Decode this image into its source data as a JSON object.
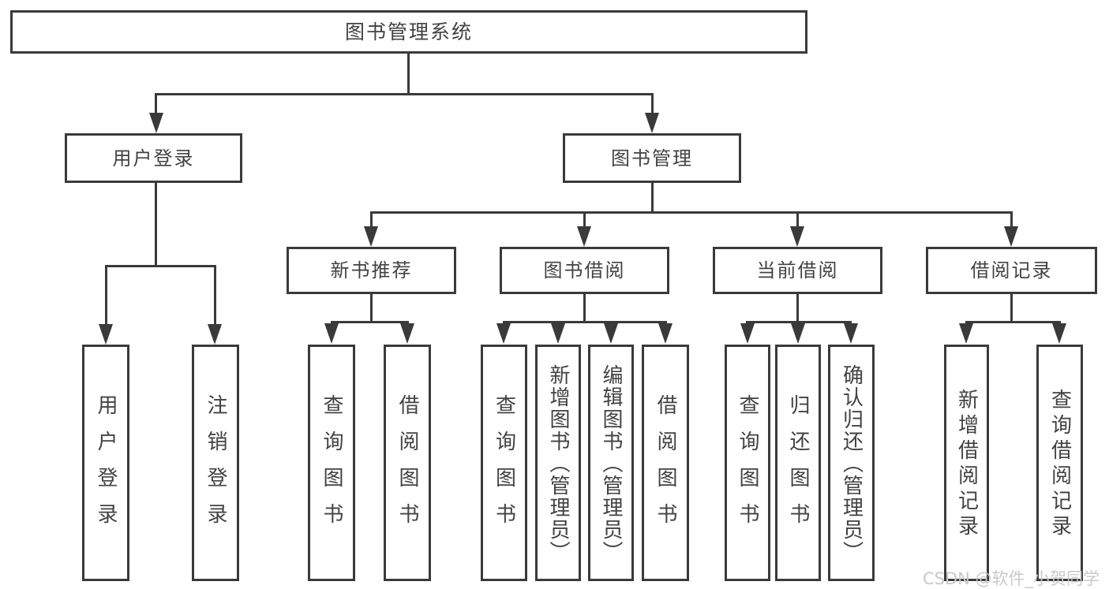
{
  "diagram_type": "hierarchy-tree",
  "colors": {
    "line": "#3a3a3a",
    "text": "#424242",
    "watermark": "#c9c9c9",
    "bg": "#ffffff"
  },
  "watermark": {
    "text": "CSDN @软件_小贺同学"
  },
  "tree": {
    "label": "图书管理系统",
    "children": [
      {
        "label": "用户登录",
        "children": [
          {
            "label": "用户登录"
          },
          {
            "label": "注销登录"
          }
        ]
      },
      {
        "label": "图书管理",
        "children": [
          {
            "label": "新书推荐",
            "children": [
              {
                "label": "查询图书"
              },
              {
                "label": "借阅图书"
              }
            ]
          },
          {
            "label": "图书借阅",
            "children": [
              {
                "label": "查询图书"
              },
              {
                "label": "新增图书（管理员）"
              },
              {
                "label": "编辑图书（管理员）"
              },
              {
                "label": "借阅图书"
              }
            ]
          },
          {
            "label": "当前借阅",
            "children": [
              {
                "label": "查询图书"
              },
              {
                "label": "归还图书"
              },
              {
                "label": "确认归还（管理员）"
              }
            ]
          },
          {
            "label": "借阅记录",
            "children": [
              {
                "label": "新增借阅记录"
              },
              {
                "label": "查询借阅记录"
              }
            ]
          }
        ]
      }
    ]
  }
}
